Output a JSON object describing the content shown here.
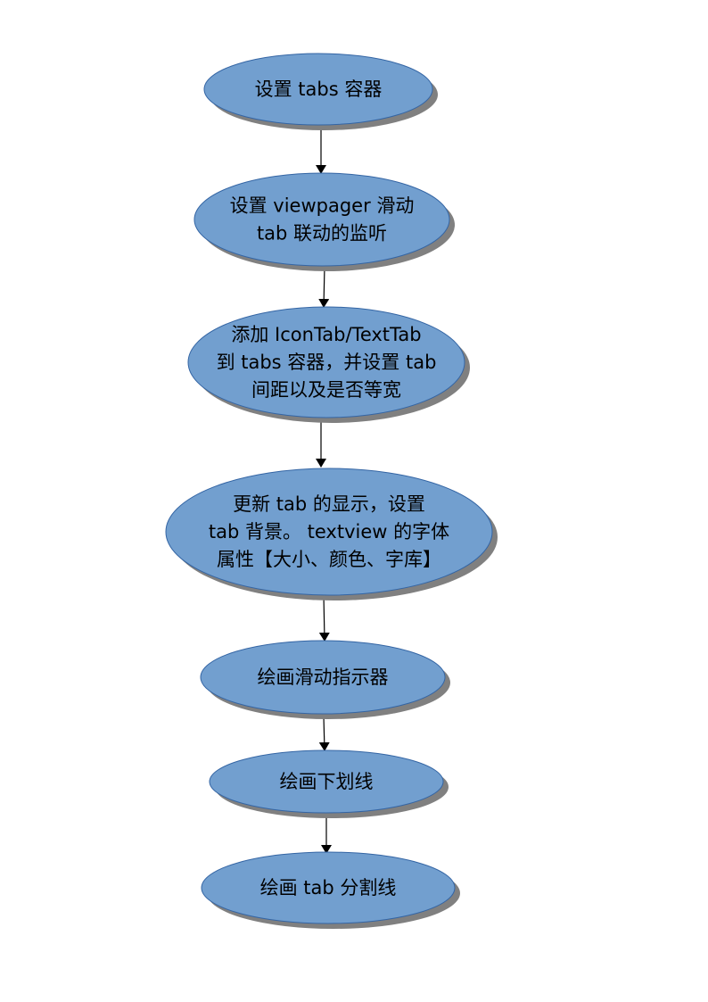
{
  "colors": {
    "node_fill": "#729fcf",
    "node_stroke": "#3465a4",
    "shadow": "#808080",
    "arrow": "#000000",
    "text": "#000000"
  },
  "diagram": {
    "type": "flowchart",
    "nodes": [
      {
        "id": "set-tabs-container",
        "lines": [
          "设置 tabs 容器"
        ]
      },
      {
        "id": "set-viewpager-listener",
        "lines": [
          "设置 viewpager 滑动",
          "tab 联动的监听"
        ]
      },
      {
        "id": "add-tabs",
        "lines": [
          "添加 IconTab/TextTab",
          "到 tabs 容器，并设置 tab",
          "间距以及是否等宽"
        ]
      },
      {
        "id": "update-tab-display",
        "lines": [
          "更新 tab 的显示，设置",
          "tab 背景。 textview 的字体",
          "属性【大小、颜色、字库】"
        ]
      },
      {
        "id": "draw-indicator",
        "lines": [
          "绘画滑动指示器"
        ]
      },
      {
        "id": "draw-underline",
        "lines": [
          "绘画下划线"
        ]
      },
      {
        "id": "draw-divider",
        "lines": [
          "绘画 tab 分割线"
        ]
      }
    ],
    "edges": [
      {
        "from": "set-tabs-container",
        "to": "set-viewpager-listener"
      },
      {
        "from": "set-viewpager-listener",
        "to": "add-tabs"
      },
      {
        "from": "add-tabs",
        "to": "update-tab-display"
      },
      {
        "from": "update-tab-display",
        "to": "draw-indicator"
      },
      {
        "from": "draw-indicator",
        "to": "draw-underline"
      },
      {
        "from": "draw-underline",
        "to": "draw-divider"
      }
    ]
  }
}
